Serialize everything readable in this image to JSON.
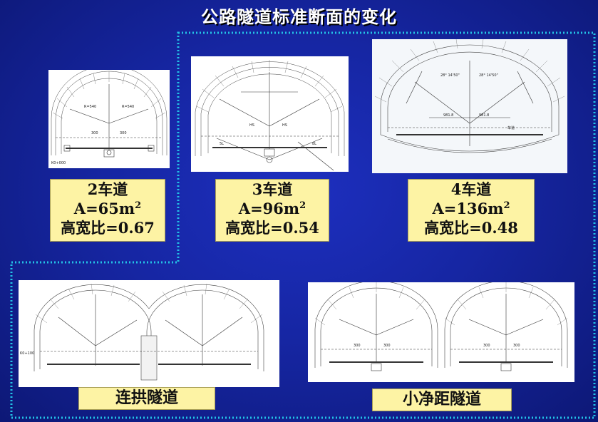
{
  "title": "公路隧道标准断面的变化",
  "colors": {
    "background": "#1626a3",
    "frame": "#23c2e6",
    "label_bg": "#fdf3a4"
  },
  "sections": [
    {
      "name": "2车道",
      "area_prefix": "A=65m",
      "area_sup": "2",
      "ratio": "高宽比=0.67"
    },
    {
      "name": "3车道",
      "area_prefix": "A=96m",
      "area_sup": "2",
      "ratio": "高宽比=0.54"
    },
    {
      "name": "4车道",
      "area_prefix": "A=136m",
      "area_sup": "2",
      "ratio": "高宽比=0.48"
    }
  ],
  "bottom_labels": {
    "multi_arch": "连拱隧道",
    "small_spacing": "小净距隧道"
  }
}
